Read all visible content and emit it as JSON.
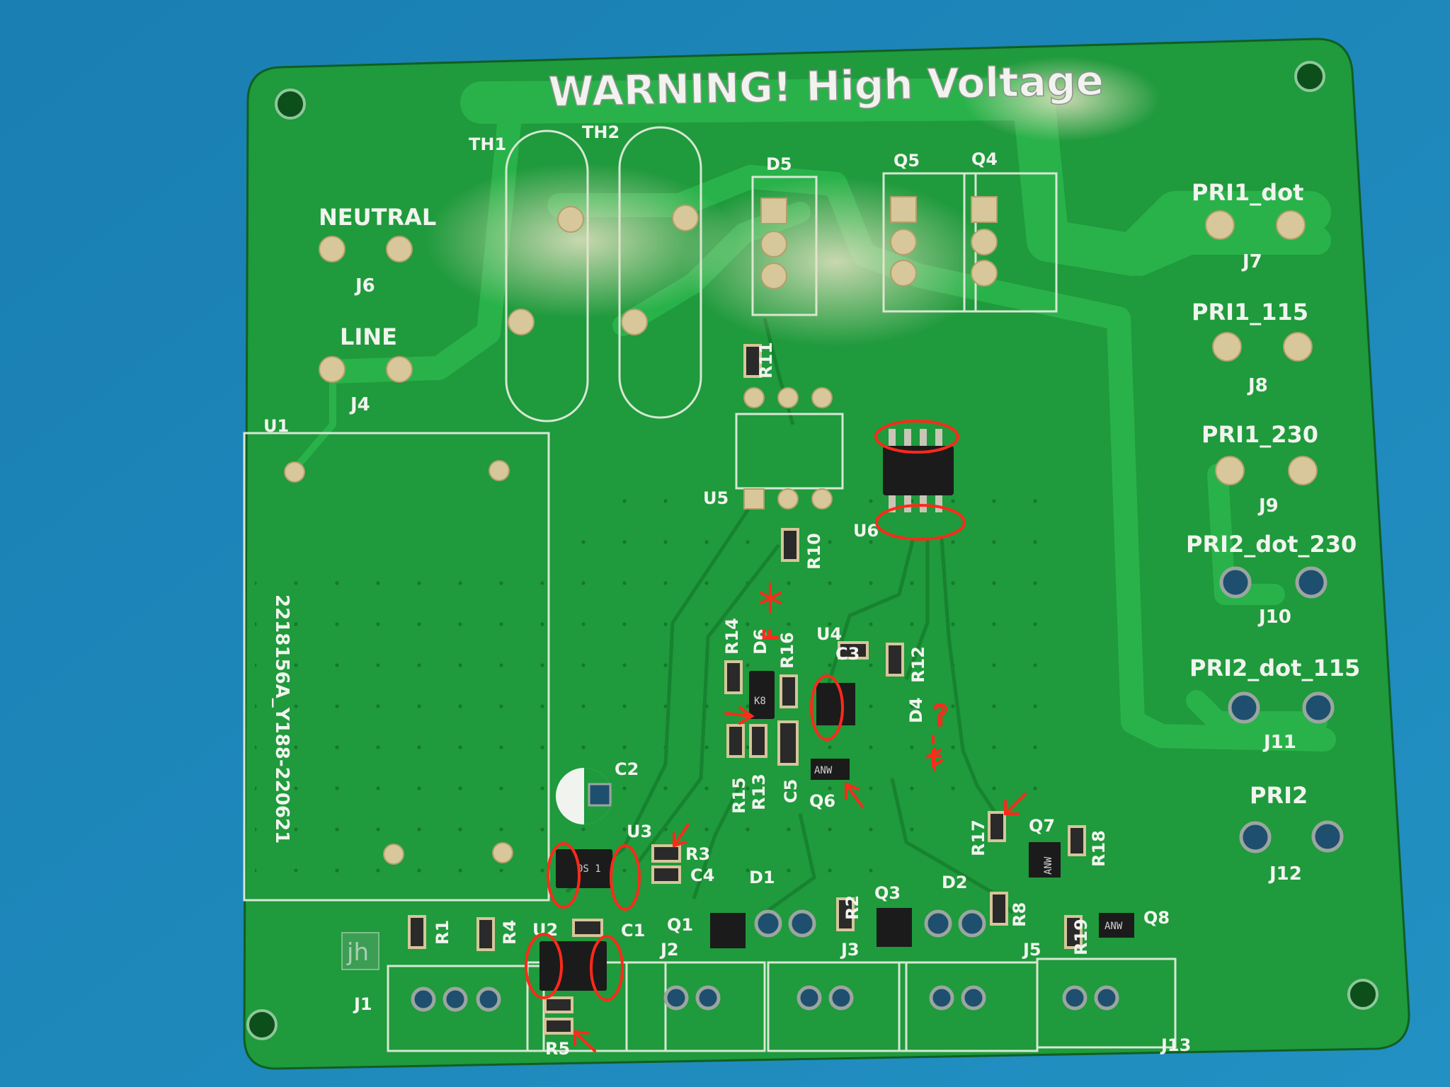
{
  "colors": {
    "mat": "#1f86b8",
    "mat_shade": "#16709f",
    "board": "#1f9a3c",
    "board_dark": "#16802f",
    "copper_trace": "#29b24a",
    "silkscreen": "#f1f4ee",
    "pad": "#d8c79a",
    "ic_body": "#1b1b1b",
    "annotation": "#ff2a1a"
  },
  "board": {
    "warning_text": "WARNING! High Voltage",
    "date_code": "2218156A_Y188-220621",
    "logo": "jh",
    "connector_groups": {
      "neutral": {
        "label": "NEUTRAL",
        "ref": "J6"
      },
      "line": {
        "label": "LINE",
        "ref": "J4"
      },
      "pri1_dot": {
        "label": "PRI1_dot",
        "ref": "J7"
      },
      "pri1_115": {
        "label": "PRI1_115",
        "ref": "J8"
      },
      "pri1_230": {
        "label": "PRI1_230",
        "ref": "J9"
      },
      "pri2_dot_230": {
        "label": "PRI2_dot_230",
        "ref": "J10"
      },
      "pri2_dot_115": {
        "label": "PRI2_dot_115",
        "ref": "J11"
      },
      "pri2": {
        "label": "PRI2",
        "ref": "J12"
      }
    },
    "refs": {
      "th1": "TH1",
      "th2": "TH2",
      "d5": "D5",
      "q5": "Q5",
      "q4": "Q4",
      "r11": "R11",
      "u1": "U1",
      "u5": "U5",
      "u6": "U6",
      "r10": "R10",
      "r14": "R14",
      "d6": "D6",
      "r16": "R16",
      "u4": "U4",
      "c3": "C3",
      "r12": "R12",
      "d4": "D4",
      "r15": "R15",
      "r13": "R13",
      "c5": "C5",
      "q6": "Q6",
      "c2": "C2",
      "u3": "U3",
      "r3": "R3",
      "c4": "C4",
      "r17": "R17",
      "q7": "Q7",
      "r18": "R18",
      "d1": "D1",
      "r2": "R2",
      "q3": "Q3",
      "d2": "D2",
      "r8": "R8",
      "r1": "R1",
      "r4": "R4",
      "u2": "U2",
      "c1": "C1",
      "q1": "Q1",
      "r19": "R19",
      "q8": "Q8",
      "j1": "J1",
      "j2": "J2",
      "j3": "J3",
      "j5": "J5",
      "j13": "J13",
      "r5": "R5"
    },
    "markings": {
      "q6": "ANW",
      "q7": "ANW",
      "q8": "ANW",
      "d6": "K8",
      "u3": "0S 1",
      "d6_mark": "F"
    },
    "annotations": {
      "question_mark": "?"
    }
  }
}
